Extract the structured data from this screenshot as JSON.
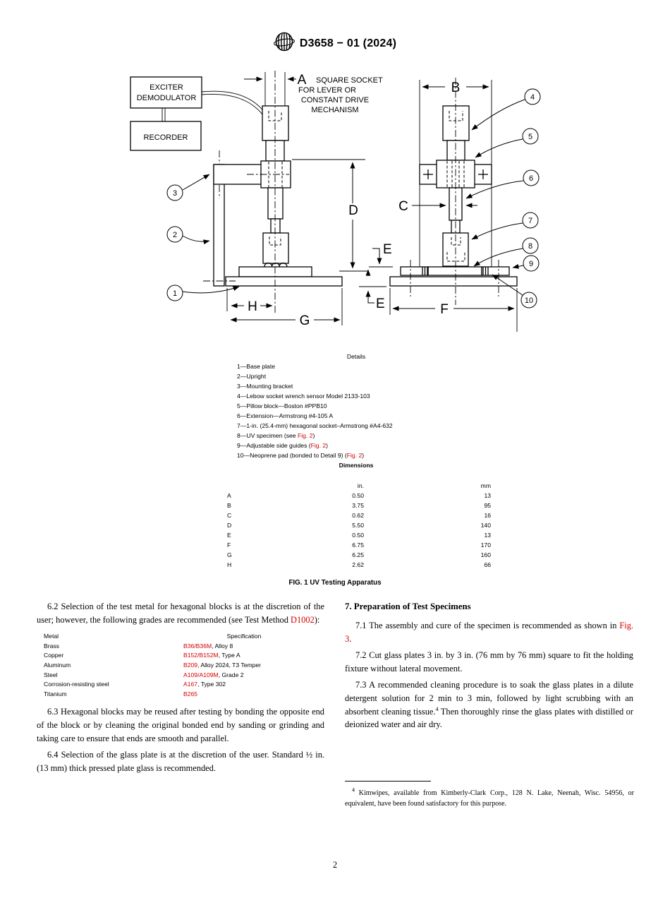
{
  "header": {
    "doc_code": "D3658 − 01 (2024)"
  },
  "figure": {
    "boxes": {
      "exciter1": "EXCITER",
      "exciter2": "DEMODULATOR",
      "recorder": "RECORDER"
    },
    "socket_note": {
      "l1": "SQUARE SOCKET",
      "l2": "FOR LEVER OR",
      "l3": "CONSTANT DRIVE",
      "l4": "MECHANISM"
    },
    "dims": {
      "A": "A",
      "B": "B",
      "C": "C",
      "D": "D",
      "E": "E",
      "F": "F",
      "G": "G",
      "H": "H"
    },
    "callouts": [
      "1",
      "2",
      "3",
      "4",
      "5",
      "6",
      "7",
      "8",
      "9",
      "10"
    ],
    "details_title": "Details",
    "details": [
      {
        "text": "1—Base plate"
      },
      {
        "text": "2—Upright"
      },
      {
        "text": "3—Mounting bracket"
      },
      {
        "text": "4—Lebow socket wrench sensor Model 2133-103"
      },
      {
        "text": "5—Pillow block—Boston #PPB10"
      },
      {
        "text": "6—Extension—Armstrong #4-105 A"
      },
      {
        "text": "7—1-in. (25.4-mm) hexagonal socket–Armstrong #A4-632"
      },
      {
        "pre": "8—UV specimen (see ",
        "link": "Fig. 2",
        "post": ")"
      },
      {
        "pre": "9—Adjustable side guides (",
        "link": "Fig. 2",
        "post": ")"
      },
      {
        "pre": "10—Neoprene pad (bonded to Detail 9) (",
        "link": "Fig. 2",
        "post": ")"
      }
    ],
    "dimensions_title": "Dimensions",
    "dims_table": {
      "col_in": "in.",
      "col_mm": "mm",
      "rows": [
        {
          "letter": "A",
          "in": "0.50",
          "mm": "13"
        },
        {
          "letter": "B",
          "in": "3.75",
          "mm": "95"
        },
        {
          "letter": "C",
          "in": "0.62",
          "mm": "16"
        },
        {
          "letter": "D",
          "in": "5.50",
          "mm": "140"
        },
        {
          "letter": "E",
          "in": "0.50",
          "mm": "13"
        },
        {
          "letter": "F",
          "in": "6.75",
          "mm": "170"
        },
        {
          "letter": "G",
          "in": "6.25",
          "mm": "160"
        },
        {
          "letter": "H",
          "in": "2.62",
          "mm": "66"
        }
      ]
    },
    "caption": "FIG. 1 UV Testing Apparatus"
  },
  "left_col": {
    "p62": {
      "pre": "6.2 Selection of the test metal for hexagonal blocks is at the discretion of the user; however, the following grades are recommended (see Test Method ",
      "link": "D1002",
      "post": "):"
    },
    "metal_table": {
      "col_metal": "Metal",
      "col_spec": "Specification",
      "rows": [
        {
          "metal": "Brass",
          "spec_link": "B36/B36M",
          "spec_rest": ", Alloy 8"
        },
        {
          "metal": "Copper",
          "spec_link": "B152/B152M",
          "spec_rest": ", Type A"
        },
        {
          "metal": "Aluminum",
          "spec_link": "B209",
          "spec_rest": ", Alloy 2024, T3 Temper"
        },
        {
          "metal": "Steel",
          "spec_link": "A109/A109M",
          "spec_rest": ", Grade 2"
        },
        {
          "metal": "Corrosion-resisting steel",
          "spec_link": "A167",
          "spec_rest": ", Type 302"
        },
        {
          "metal": "Titanium",
          "spec_link": "B265",
          "spec_rest": ""
        }
      ]
    },
    "p63": "6.3 Hexagonal blocks may be reused after testing by bonding the opposite end of the block or by cleaning the original bonded end by sanding or grinding and taking care to ensure that ends are smooth and parallel.",
    "p64": "6.4 Selection of the glass plate is at the discretion of the user. Standard ½ in. (13 mm) thick pressed plate glass is recommended."
  },
  "right_col": {
    "h7": "7. Preparation of Test Specimens",
    "p71": {
      "pre": "7.1 The assembly and cure of the specimen is recommended as shown in ",
      "link": "Fig. 3",
      "post": "."
    },
    "p72": "7.2 Cut glass plates 3 in. by 3 in. (76 mm by 76 mm) square to fit the holding fixture without lateral movement.",
    "p73": {
      "pre": "7.3 A recommended cleaning procedure is to soak the glass plates in a dilute detergent solution for 2 min to 3 min, followed by light scrubbing with an absorbent cleaning tissue.",
      "sup": "4",
      "post": " Then thoroughly rinse the glass plates with distilled or deionized water and air dry."
    },
    "footnote": {
      "sup": "4",
      "text": " Kimwipes, available from Kimberly-Clark Corp., 128 N. Lake, Neenah, Wisc. 54956, or equivalent, have been found satisfactory for this purpose."
    }
  },
  "page_number": "2"
}
